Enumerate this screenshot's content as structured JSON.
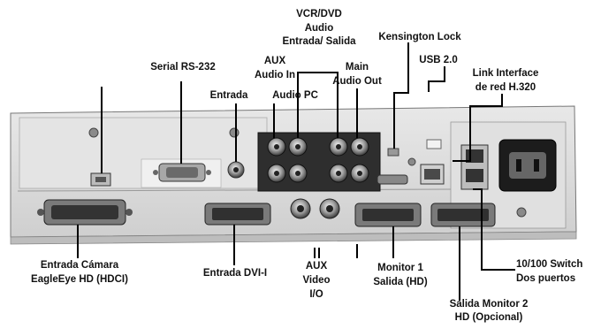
{
  "labels": {
    "vcr_dvd_l1": "VCR/DVD",
    "vcr_dvd_l2": "Audio",
    "vcr_dvd_l3": "Entrada/ Salida",
    "kensington": "Kensington Lock",
    "usb": "USB 2.0",
    "serial": "Serial RS-232",
    "aux_audio_l1": "AUX",
    "aux_audio_l2": "Audio In",
    "main_audio_l1": "Main",
    "main_audio_l2": "Audio Out",
    "link_l1": "Link Interface",
    "link_l2": "de red H.320",
    "entrada": "Entrada",
    "audio_pc": "Audio PC",
    "camera_l1": "Entrada Cámara",
    "camera_l2": "EagleEye HD (HDCI)",
    "dvi_in": "Entrada DVI-I",
    "aux_video_l1": "AUX",
    "aux_video_l2": "Video",
    "aux_video_l3": "I/O",
    "monitor1_l1": "Monitor 1",
    "monitor1_l2": "Salida (HD)",
    "switch_l1": "10/100 Switch",
    "switch_l2": "Dos puertos",
    "monitor2_l1": "Salida Monitor 2",
    "monitor2_l2": "HD (Opcional)"
  },
  "colors": {
    "panel": "#dcdcdc",
    "panel_shadow": "#9a9a9a",
    "leader": "#000000"
  }
}
